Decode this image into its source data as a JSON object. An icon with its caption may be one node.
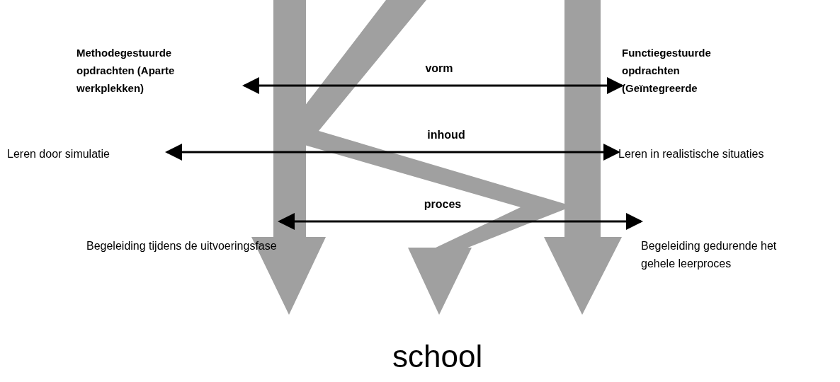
{
  "diagram": {
    "nodes": [
      {
        "text": [
          "Methodegestuurde opdrachten (Aparte werkplekken)"
        ]
      },
      {
        "text": [
          "Functiegestuurde opdrachten (Geïntegreerde"
        ]
      },
      {
        "text": [
          "Leren door simulatie"
        ]
      },
      {
        "text": [
          "Leren in realistische situaties"
        ]
      },
      {
        "text": [
          "Begeleiding tijdens de uitvoeringsfase"
        ]
      },
      {
        "text": [
          "Begeleiding gedurende het gehele leerproces"
        ]
      }
    ],
    "edges": [
      {
        "from": 0,
        "to": 1,
        "arrow": "both",
        "label": "vorm"
      },
      {
        "from": 2,
        "to": 3,
        "arrow": "both",
        "label": "inhoud"
      },
      {
        "from": 4,
        "to": 5,
        "arrow": "both",
        "label": "proces"
      }
    ],
    "labels": [
      "school"
    ]
  }
}
